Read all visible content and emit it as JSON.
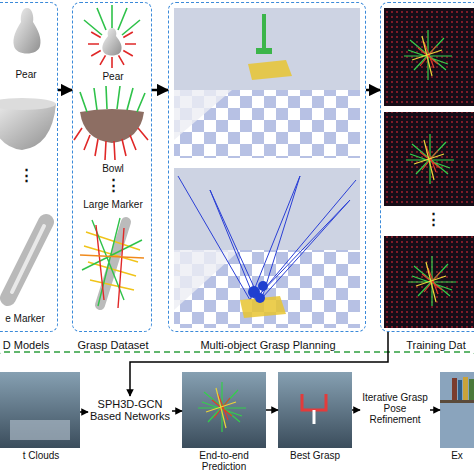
{
  "diagram": {
    "nodes": [
      {
        "text": [
          "Pear",
          "⋮",
          "e Marker",
          "D Models"
        ]
      },
      {
        "text": [
          "Pear",
          "Bowl",
          "⋮",
          "Large Marker",
          "Grasp Dataset"
        ]
      },
      {
        "text": [
          "Multi-object Grasp Planning"
        ]
      },
      {
        "text": [
          "⋮",
          "Training Dat"
        ]
      },
      {
        "text": [
          "t Clouds"
        ]
      },
      {
        "text": [
          "SPH3D-GCN Based Networks"
        ]
      },
      {
        "text": [
          "End-to-end Prediction"
        ]
      },
      {
        "text": [
          "Best Grasp"
        ]
      },
      {
        "text": [
          "Iterative Grasp Pose Refinement"
        ]
      },
      {
        "text": [
          "Ex"
        ]
      }
    ],
    "edges": [
      {
        "from": 0,
        "to": 1,
        "arrow": "to"
      },
      {
        "from": 1,
        "to": 2,
        "arrow": "to"
      },
      {
        "from": 2,
        "to": 3,
        "arrow": "to"
      },
      {
        "from": 3,
        "to": 5,
        "arrow": "to"
      },
      {
        "from": 4,
        "to": 5,
        "arrow": "to"
      },
      {
        "from": 5,
        "to": 6,
        "arrow": "to"
      },
      {
        "from": 6,
        "to": 7,
        "arrow": "to"
      },
      {
        "from": 7,
        "to": 8,
        "arrow": "to"
      },
      {
        "from": 8,
        "to": 9,
        "arrow": "to"
      }
    ]
  }
}
